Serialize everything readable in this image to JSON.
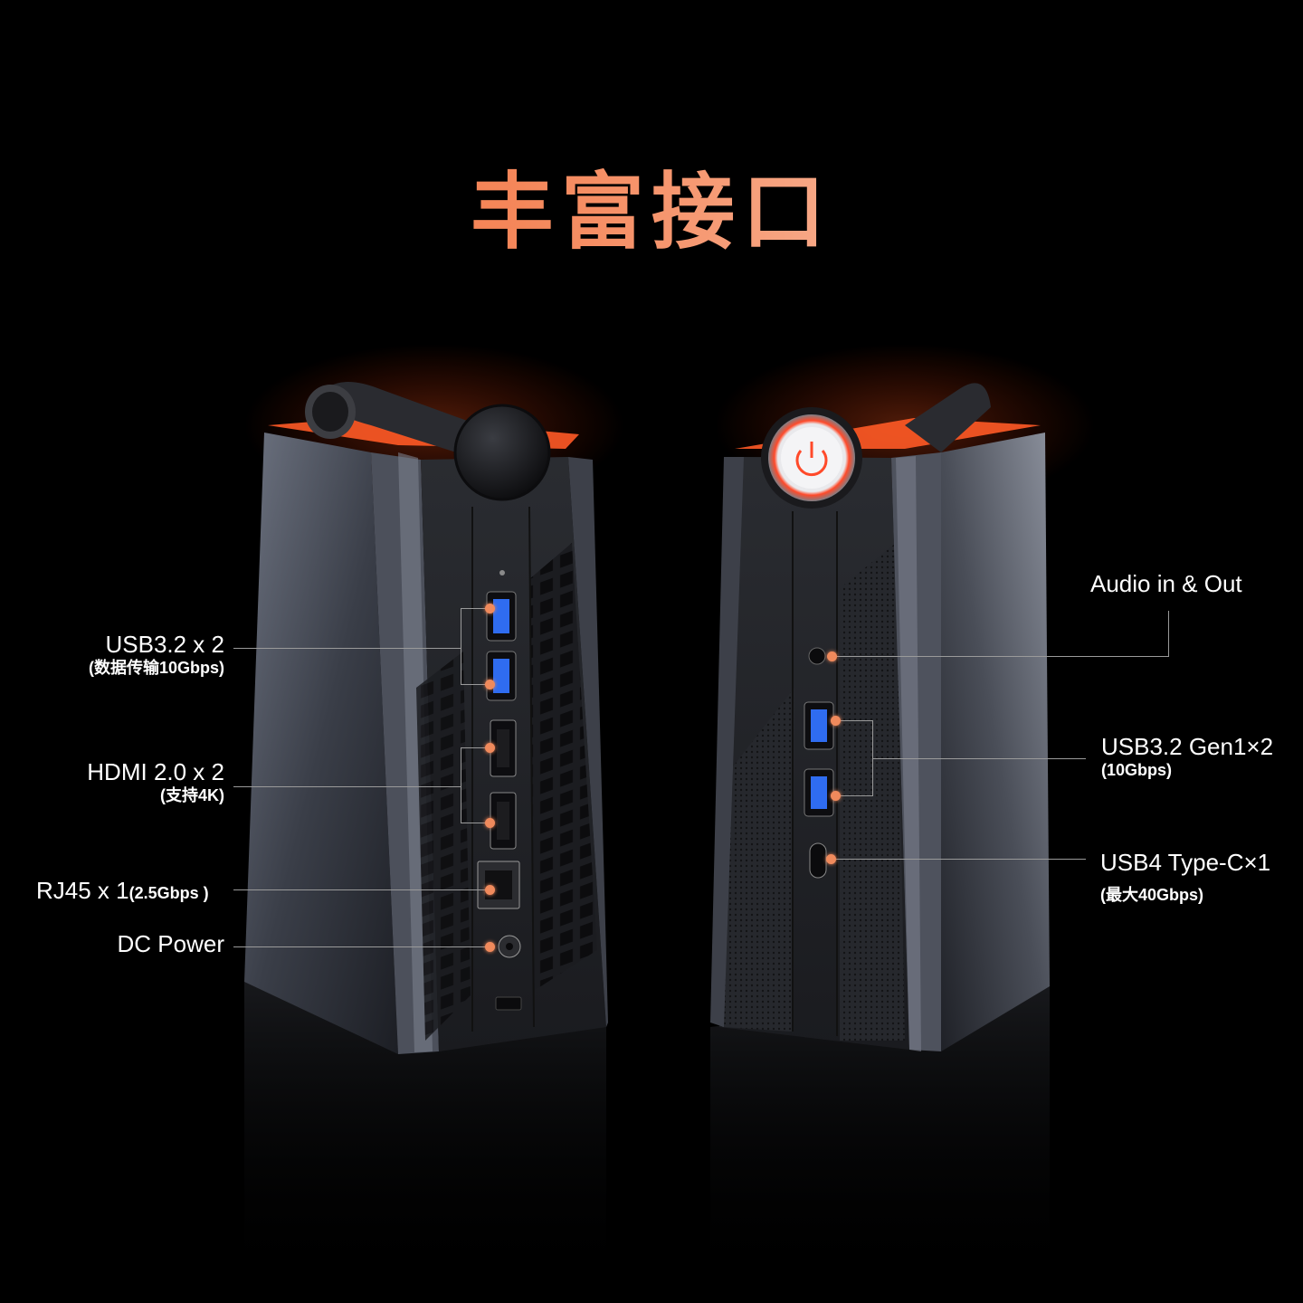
{
  "headline": "丰富接口",
  "left_labels": {
    "usb": {
      "title": "USB3.2 x 2",
      "sub": "(数据传输10Gbps)"
    },
    "hdmi": {
      "title": "HDMI 2.0 x 2",
      "sub": "(支持4K)"
    },
    "rj45": {
      "title": "RJ45 x 1",
      "sub": "(2.5Gbps )"
    },
    "dc": {
      "title": "DC Power"
    }
  },
  "right_labels": {
    "audio": {
      "title": "Audio in & Out"
    },
    "usb_gen1": {
      "title": "USB3.2 Gen1×2",
      "sub": "(10Gbps)"
    },
    "usb4": {
      "title": "USB4 Type-C×1",
      "sub": "(最大40Gbps)"
    }
  },
  "colors": {
    "accent": "#f08a5c",
    "headline_start": "#f2703c",
    "headline_end": "#fbd9c9",
    "background": "#000000"
  },
  "icons": [
    "power-icon",
    "usb-port-icon",
    "hdmi-port-icon",
    "ethernet-port-icon",
    "dc-jack-icon",
    "audio-jack-icon",
    "usb-c-port-icon"
  ]
}
